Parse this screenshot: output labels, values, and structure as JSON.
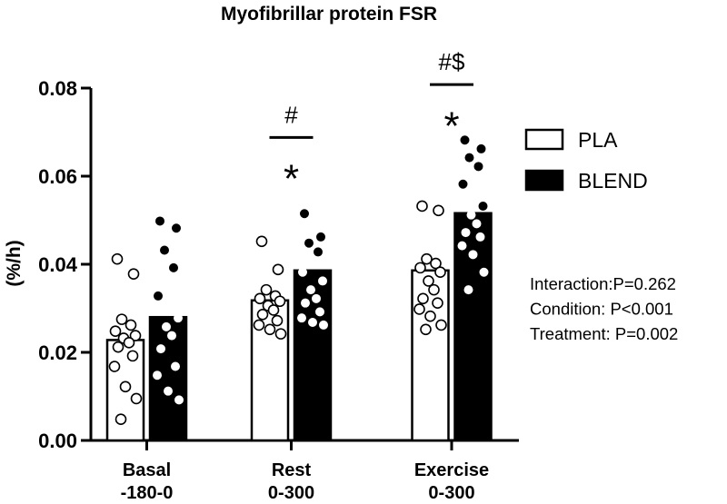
{
  "chart_data": {
    "type": "bar",
    "title": "Myofibrillar protein FSR",
    "ylabel": "(%/h)",
    "xlabel": "",
    "ylim": [
      0,
      0.08
    ],
    "yticks": [
      "0.00",
      "0.02",
      "0.04",
      "0.06",
      "0.08"
    ],
    "categories": [
      {
        "line1": "Basal",
        "line2": "-180-0"
      },
      {
        "line1": "Rest",
        "line2": "0-300"
      },
      {
        "line1": "Exercise",
        "line2": "0-300"
      }
    ],
    "series": [
      {
        "name": "PLA",
        "fill": "#ffffff",
        "values": [
          0.0228,
          0.0318,
          0.0386
        ],
        "points": [
          [
            0.0412,
            0.0378,
            0.0275,
            0.0262,
            0.0248,
            0.0238,
            0.0232,
            0.0222,
            0.0212,
            0.0192,
            0.0168,
            0.0122,
            0.0095,
            0.0048
          ],
          [
            0.0452,
            0.0388,
            0.0342,
            0.0328,
            0.0322,
            0.0316,
            0.0306,
            0.0296,
            0.0286,
            0.0272,
            0.0262,
            0.0252,
            0.0242
          ],
          [
            0.0532,
            0.0522,
            0.0412,
            0.0402,
            0.0392,
            0.0382,
            0.0362,
            0.0342,
            0.0322,
            0.0312,
            0.0298,
            0.0282,
            0.0262,
            0.0252
          ]
        ]
      },
      {
        "name": "BLEND",
        "fill": "#000000",
        "values": [
          0.028,
          0.0386,
          0.0516
        ],
        "points": [
          [
            0.0498,
            0.0482,
            0.0432,
            0.0392,
            0.0328,
            0.0278,
            0.0258,
            0.0238,
            0.0208,
            0.0168,
            0.0148,
            0.0112,
            0.0092
          ],
          [
            0.0515,
            0.0462,
            0.0448,
            0.0428,
            0.0382,
            0.0362,
            0.0342,
            0.0322,
            0.0312,
            0.0292,
            0.0278,
            0.0268,
            0.0262
          ],
          [
            0.0682,
            0.0662,
            0.0642,
            0.0622,
            0.0582,
            0.0532,
            0.0512,
            0.0492,
            0.0472,
            0.0462,
            0.0442,
            0.0422,
            0.0382,
            0.0342
          ]
        ]
      }
    ],
    "annotations": [
      {
        "category": 1,
        "bar_text": "#",
        "star": "*",
        "y_bar": 0.0688,
        "y_star": 0.0613
      },
      {
        "category": 2,
        "bar_text": "#$",
        "star": "*",
        "y_bar": 0.0808,
        "y_star": 0.0733
      }
    ],
    "stats_text": [
      "Interaction:P=0.262",
      "Condition: P<0.001",
      "Treatment: P=0.002"
    ],
    "legend_position": "right"
  }
}
